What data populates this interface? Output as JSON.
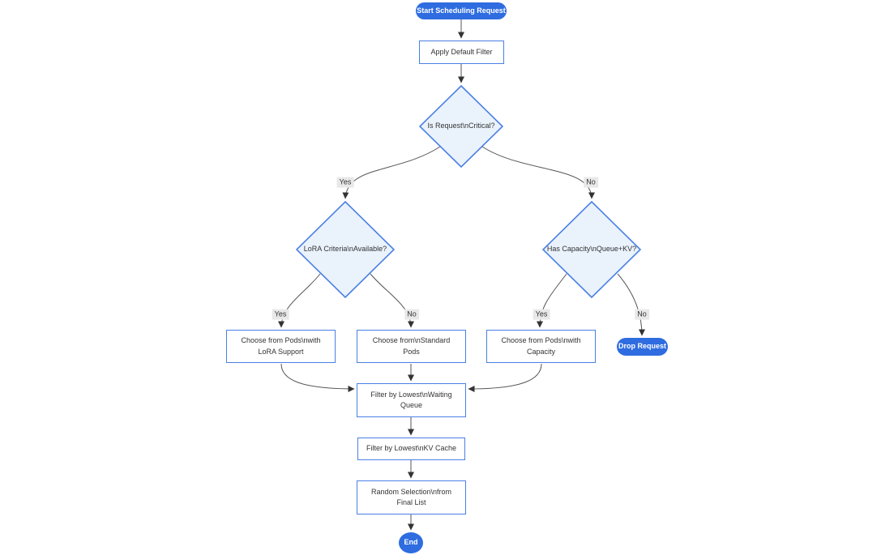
{
  "diagram": {
    "nodes": {
      "start": {
        "label": "Start Scheduling Request",
        "type": "terminator"
      },
      "apply_filter": {
        "label": "Apply Default Filter",
        "type": "process"
      },
      "is_critical": {
        "label": "Is Request\\nCritical?",
        "type": "decision"
      },
      "lora_criteria": {
        "label": "LoRA Criteria\\nAvailable?",
        "type": "decision"
      },
      "has_capacity": {
        "label": "Has Capacity\\nQueue+KV?",
        "type": "decision"
      },
      "choose_lora": {
        "label": "Choose from Pods\\nwith LoRA Support",
        "type": "process"
      },
      "choose_standard": {
        "label": "Choose from\\nStandard Pods",
        "type": "process"
      },
      "choose_capacity": {
        "label": "Choose from Pods\\nwith Capacity",
        "type": "process"
      },
      "drop_request": {
        "label": "Drop Request",
        "type": "terminator"
      },
      "filter_waiting": {
        "label": "Filter by Lowest\\nWaiting Queue",
        "type": "process"
      },
      "filter_kv": {
        "label": "Filter by Lowest\\nKV Cache",
        "type": "process"
      },
      "random_selection": {
        "label": "Random Selection\\nfrom Final List",
        "type": "process"
      },
      "end": {
        "label": "End",
        "type": "terminator"
      }
    },
    "edge_labels": {
      "critical_yes": "Yes",
      "critical_no": "No",
      "lora_yes": "Yes",
      "lora_no": "No",
      "capacity_yes": "Yes",
      "capacity_no": "No"
    },
    "colors": {
      "accent_fill": "#2e6ce0",
      "accent_text": "#ffffff",
      "node_border": "#4a80e4",
      "node_fill": "#ffffff",
      "decision_fill": "#eaf2fc",
      "edge": "#555555",
      "arrow": "#333333",
      "edge_label_bg": "#e8e8e8",
      "text": "#333333"
    }
  }
}
